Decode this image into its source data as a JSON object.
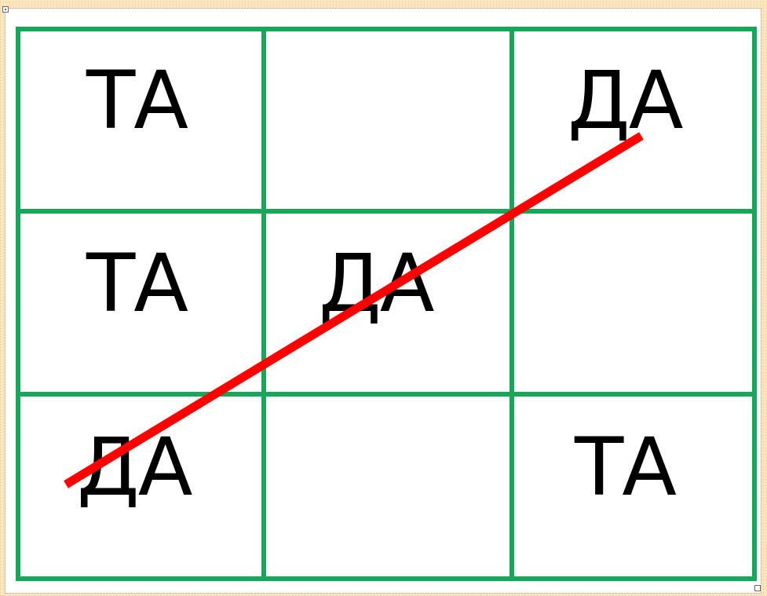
{
  "grid": {
    "cells": [
      [
        "ТА",
        "",
        "ДА"
      ],
      [
        "ТА",
        "ДА",
        ""
      ],
      [
        "ДА",
        "",
        "ТА"
      ]
    ]
  },
  "colors": {
    "grid_line": "#18a65a",
    "strike_line": "#ff0000",
    "text": "#000000",
    "background": "#fde9c4"
  }
}
